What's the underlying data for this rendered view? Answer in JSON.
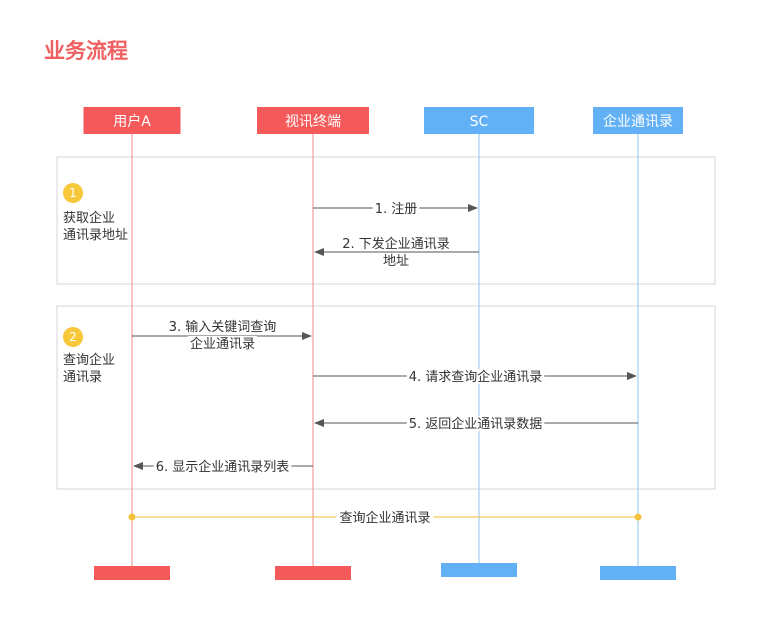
{
  "title": "业务流程",
  "colors": {
    "red": "#f55a5a",
    "blue": "#62b0f5",
    "red_line": "#f08a8a",
    "blue_line": "#8cc6f5",
    "badge": "#f7c83a",
    "arrow": "#555555",
    "section_border": "#d5d5d5",
    "gold_line": "#f2c23a"
  },
  "participants": [
    {
      "id": "userA",
      "label": "用户A",
      "color": "red"
    },
    {
      "id": "terminal",
      "label": "视讯终端",
      "color": "red"
    },
    {
      "id": "sc",
      "label": "SC",
      "color": "blue"
    },
    {
      "id": "directory",
      "label": "企业通讯录",
      "color": "blue"
    }
  ],
  "sections": [
    {
      "badge": "1",
      "label_lines": [
        "获取企业",
        "通讯录地址"
      ]
    },
    {
      "badge": "2",
      "label_lines": [
        "查询企业",
        "通讯录"
      ]
    }
  ],
  "messages": [
    {
      "from": "terminal",
      "to": "sc",
      "lines": [
        "1. 注册"
      ]
    },
    {
      "from": "sc",
      "to": "terminal",
      "lines": [
        "2. 下发企业通讯录",
        "地址"
      ]
    },
    {
      "from": "userA",
      "to": "terminal",
      "lines": [
        "3. 输入关键词查询",
        "企业通讯录"
      ]
    },
    {
      "from": "terminal",
      "to": "directory",
      "lines": [
        "4. 请求查询企业通讯录"
      ]
    },
    {
      "from": "directory",
      "to": "terminal",
      "lines": [
        "5. 返回企业通讯录数据"
      ]
    },
    {
      "from": "terminal",
      "to": "userA",
      "lines": [
        "6. 显示企业通讯录列表"
      ]
    }
  ],
  "summary": {
    "from": "userA",
    "to": "directory",
    "label": "查询企业通讯录"
  }
}
